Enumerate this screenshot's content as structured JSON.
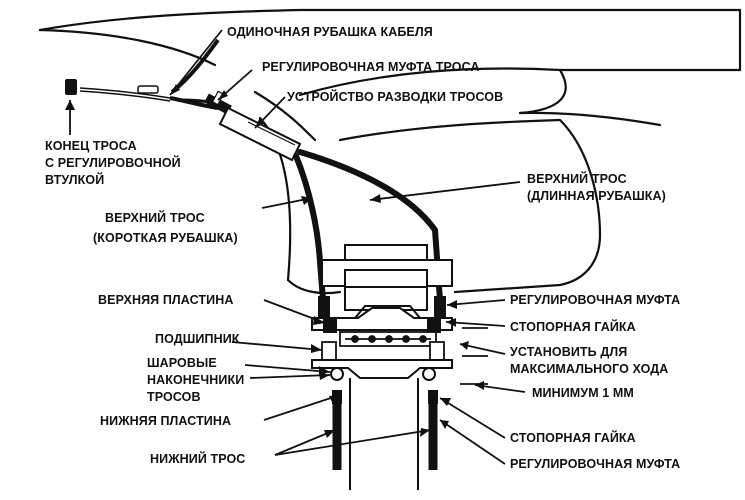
{
  "labels": {
    "single_jacket": "ОДИНОЧНАЯ РУБАШКА КАБЕЛЯ",
    "adjust_coupling_top": "РЕГУЛИРОВОЧНАЯ МУФТА ТРОСА",
    "routing_device": "УСТРОЙСТВО РАЗВОДКИ ТРОСОВ",
    "cable_end": [
      "КОНЕЦ ТРОСА",
      "С РЕГУЛИРОВОЧНОЙ",
      "ВТУЛКОЙ"
    ],
    "upper_cable_long": [
      "ВЕРХНИЙ ТРОС",
      "(ДЛИННАЯ РУБАШКА)"
    ],
    "upper_cable_short": [
      "ВЕРХНИЙ ТРОС",
      "(КОРОТКАЯ РУБАШКА)"
    ],
    "upper_plate": "ВЕРХНЯЯ ПЛАСТИНА",
    "adjust_coupling_right": "РЕГУЛИРОВОЧНАЯ МУФТА",
    "bearing": "ПОДШИПНИК",
    "lock_nut_upper": "СТОПОРНАЯ ГАЙКА",
    "ball_ends": [
      "ШАРОВЫЕ",
      "НАКОНЕЧНИКИ",
      "ТРОСОВ"
    ],
    "set_max_travel": [
      "УСТАНОВИТЬ ДЛЯ",
      "МАКСИМАЛЬНОГО ХОДА"
    ],
    "min_1mm": "МИНИМУМ 1 ММ",
    "lower_plate": "НИЖНЯЯ ПЛАСТИНА",
    "lock_nut_lower": "СТОПОРНАЯ ГАЙКА",
    "lower_cable": "НИЖНИЙ ТРОС",
    "adjust_coupling_bottom": "РЕГУЛИРОВОЧНАЯ МУФТА"
  }
}
